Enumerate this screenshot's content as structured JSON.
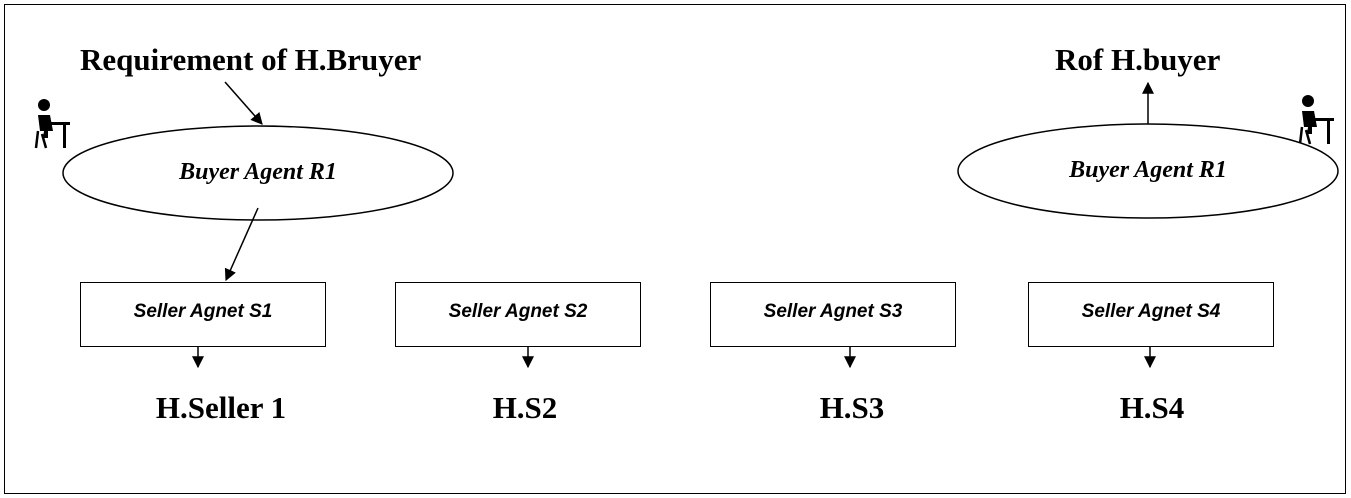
{
  "diagram": {
    "requirement_label": "Requirement of H.Bruyer",
    "result_label": "Rof H.buyer",
    "buyer_agents": [
      {
        "label": "Buyer Agent R1"
      },
      {
        "label": "Buyer Agent R1"
      }
    ],
    "seller_agents": [
      {
        "label": "Seller Agnet S1",
        "human": "H.Seller 1"
      },
      {
        "label": "Seller Agnet S2",
        "human": "H.S2"
      },
      {
        "label": "Seller Agnet S3",
        "human": "H.S3"
      },
      {
        "label": "Seller Agnet S4",
        "human": "H.S4"
      }
    ],
    "icons": [
      "person-at-desk-icon",
      "person-at-desk-icon"
    ]
  }
}
